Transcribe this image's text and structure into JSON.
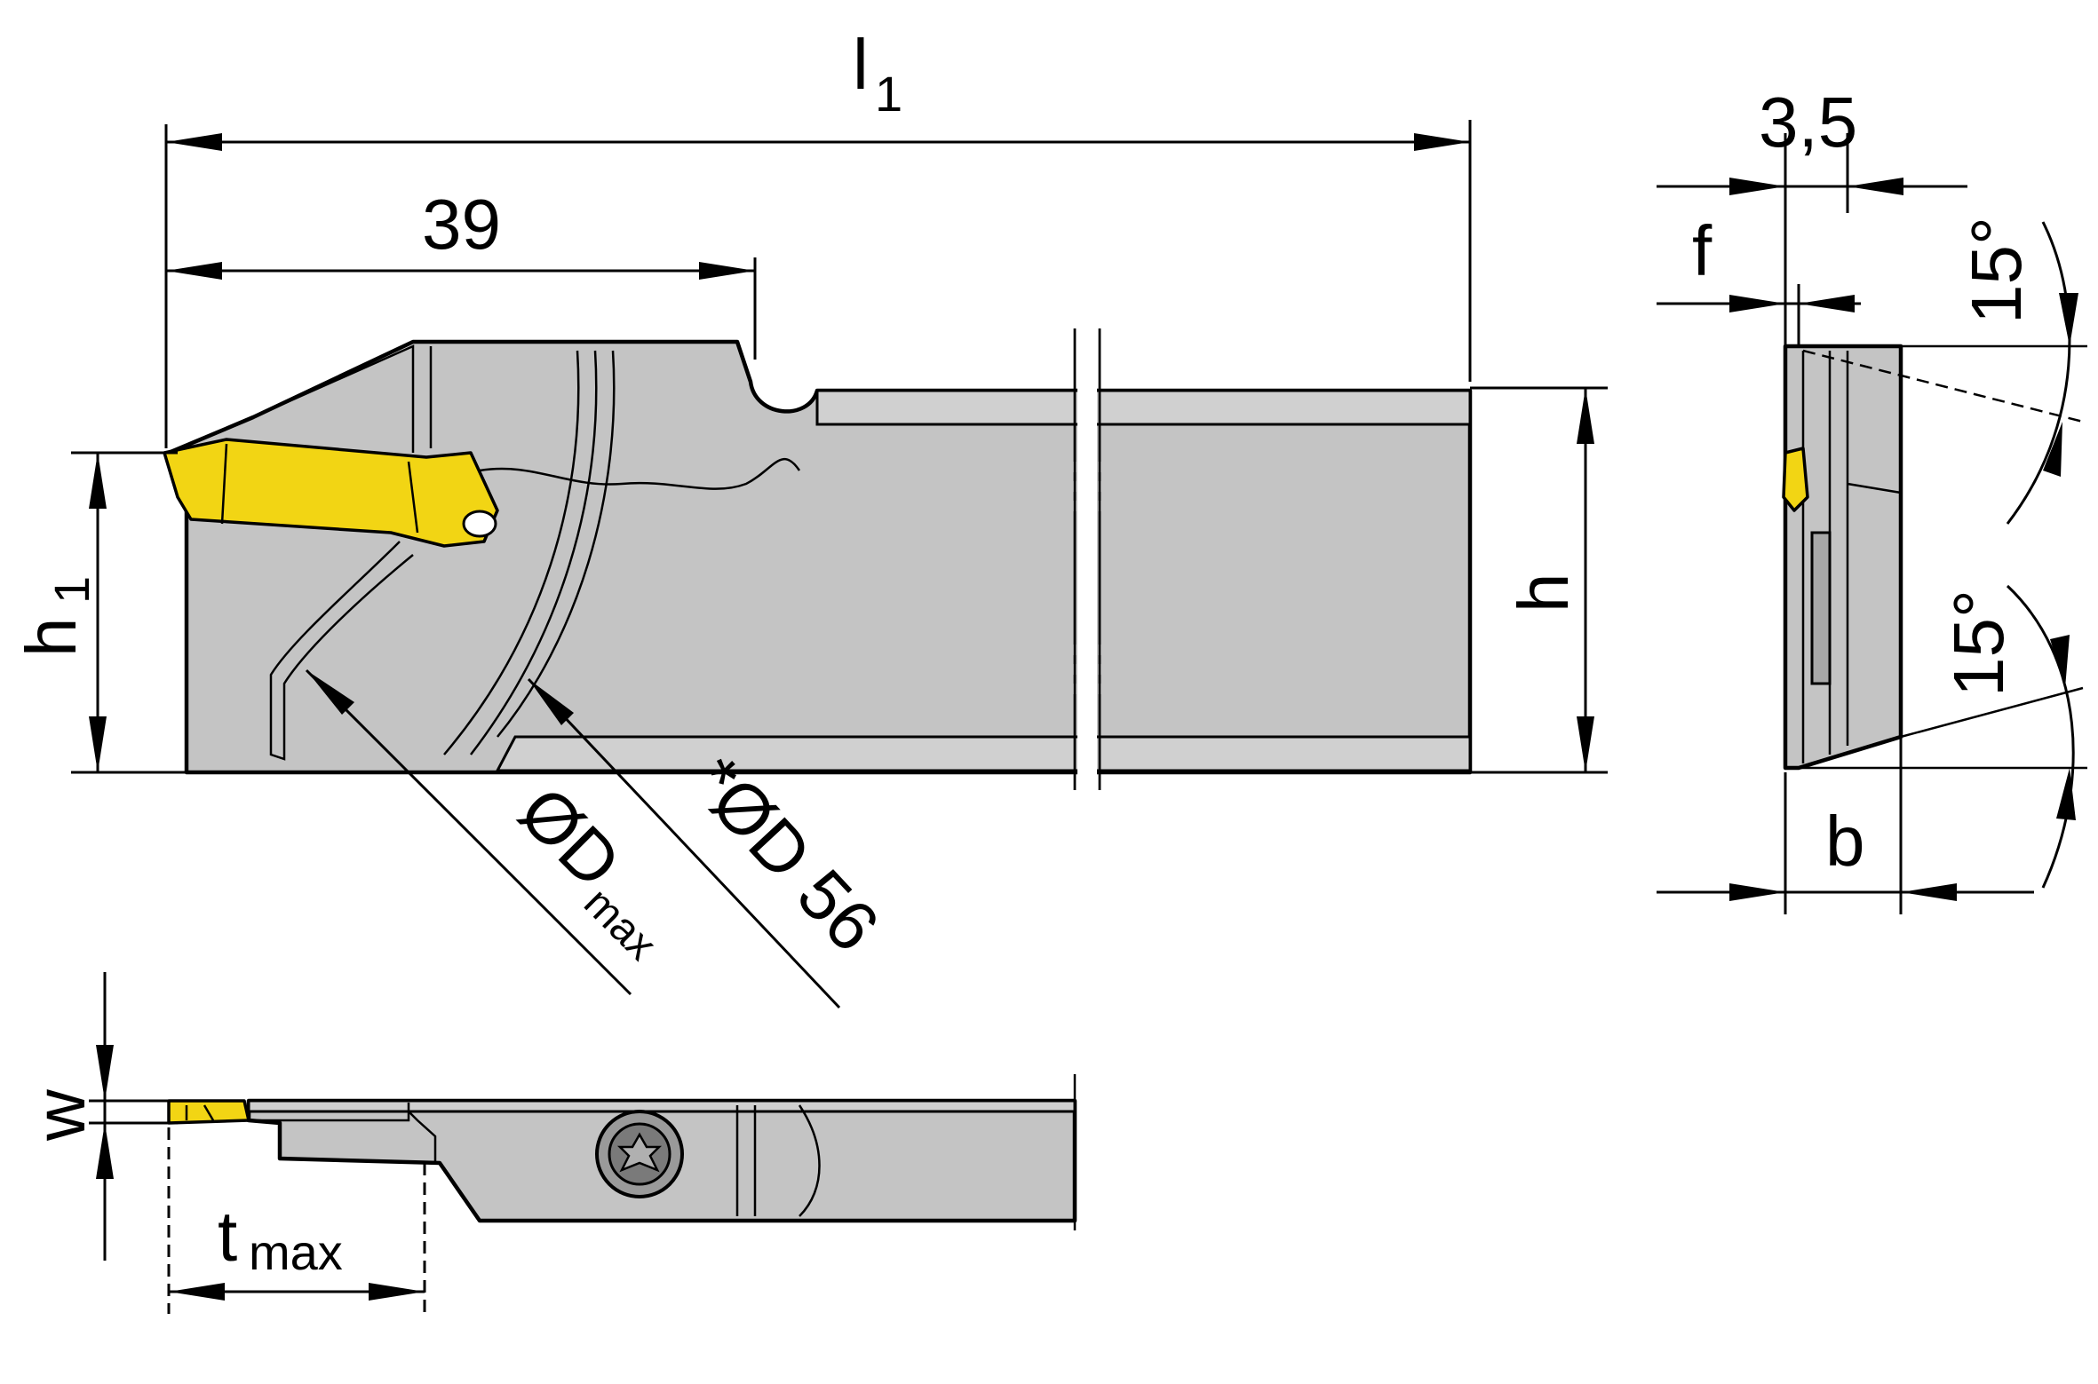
{
  "labels": {
    "l1_main": "l",
    "l1_sub": "1",
    "dim_39": "39",
    "dim_35": "3,5",
    "f": "f",
    "angle_top": "15°",
    "angle_bottom": "15°",
    "h": "h",
    "h1_main": "h",
    "h1_sub": "1",
    "b": "b",
    "w": "w",
    "tmax_main": "t",
    "tmax_sub": "max",
    "dmax_main": "ØD",
    "dmax_sub": "max",
    "d56": "*ØD 56"
  },
  "colors": {
    "insert": "#f2d514",
    "body": "#c4c4c4",
    "outline": "#000000"
  }
}
